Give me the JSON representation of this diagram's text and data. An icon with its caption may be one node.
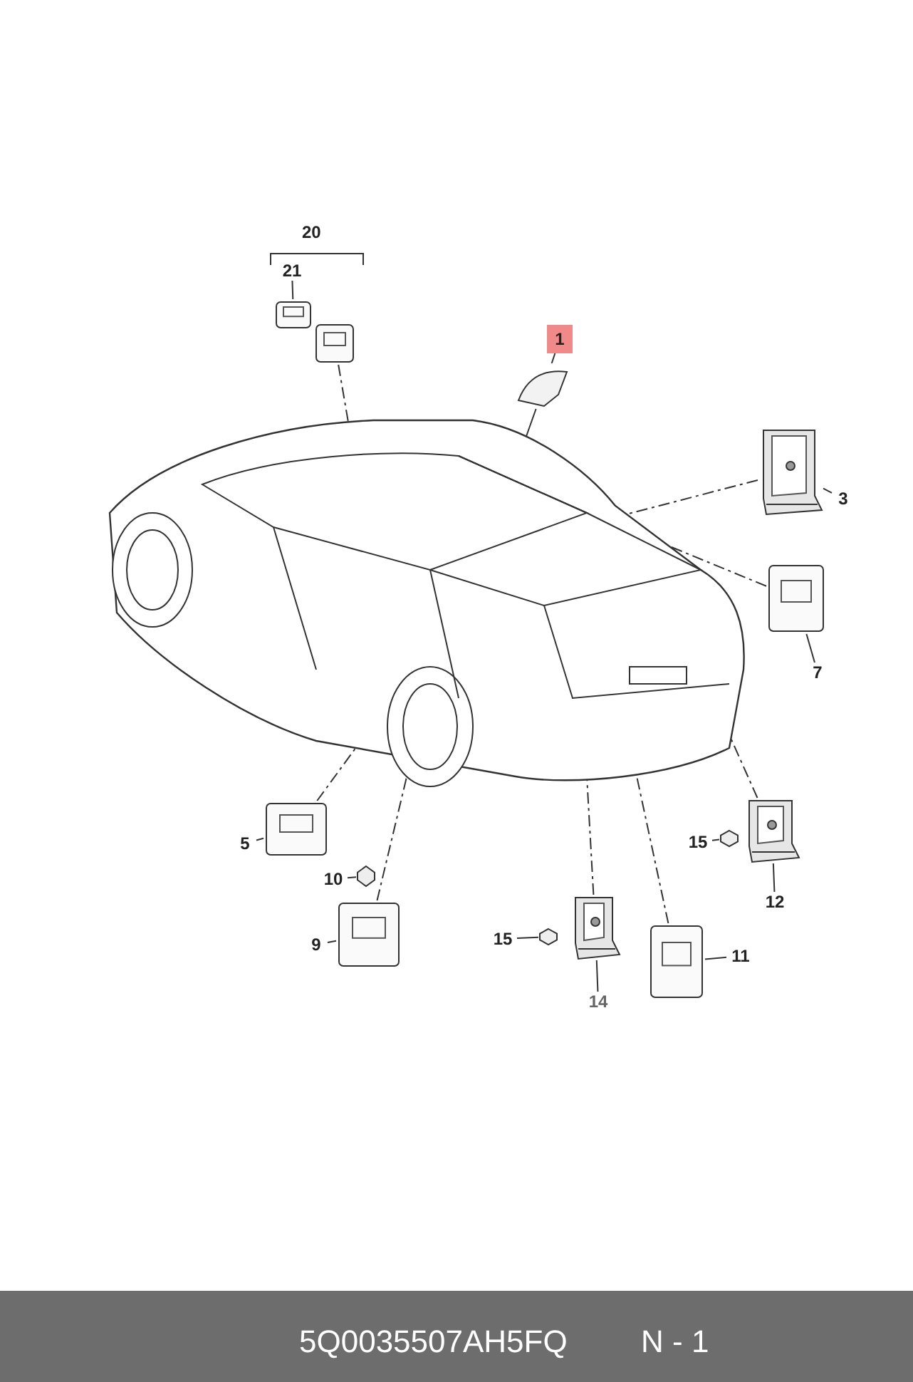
{
  "diagram": {
    "nodes": [
      {
        "text": [
          "1"
        ]
      },
      {
        "text": [],
        "shape": "picture"
      },
      {
        "text": [],
        "shape": "picture"
      },
      {
        "text": [
          "21"
        ]
      },
      {
        "text": [],
        "shape": "picture"
      },
      {
        "text": [],
        "shape": "picture"
      },
      {
        "text": [
          "3"
        ]
      },
      {
        "text": [],
        "shape": "picture"
      },
      {
        "text": [
          "7"
        ]
      },
      {
        "text": [],
        "shape": "picture"
      },
      {
        "text": [
          "5"
        ]
      },
      {
        "text": [],
        "shape": "picture"
      },
      {
        "text": [
          "10"
        ]
      },
      {
        "text": [],
        "shape": "picture"
      },
      {
        "text": [
          "9"
        ]
      },
      {
        "text": [],
        "shape": "picture"
      },
      {
        "text": [
          "15"
        ]
      },
      {
        "text": [],
        "shape": "picture"
      },
      {
        "text": [],
        "shape": "picture"
      },
      {
        "text": [
          "12"
        ]
      },
      {
        "text": [
          "15"
        ]
      },
      {
        "text": [],
        "shape": "picture"
      },
      {
        "text": [],
        "shape": "picture"
      },
      {
        "text": [
          "14"
        ]
      },
      {
        "text": [],
        "shape": "picture"
      },
      {
        "text": [
          "11"
        ]
      }
    ],
    "edges": [
      {
        "from": 0,
        "to": 1,
        "arrow": "none"
      },
      {
        "from": 1,
        "to": 2,
        "arrow": "none"
      },
      {
        "from": 3,
        "to": 4,
        "arrow": "none"
      },
      {
        "from": 5,
        "to": 2,
        "arrow": "none",
        "style": "dashed"
      },
      {
        "from": 6,
        "to": 7,
        "arrow": "none"
      },
      {
        "from": 7,
        "to": 2,
        "arrow": "none",
        "style": "dashed"
      },
      {
        "from": 8,
        "to": 9,
        "arrow": "none"
      },
      {
        "from": 9,
        "to": 2,
        "arrow": "none",
        "style": "dashed"
      },
      {
        "from": 10,
        "to": 11,
        "arrow": "none"
      },
      {
        "from": 11,
        "to": 2,
        "arrow": "none",
        "style": "dashed"
      },
      {
        "from": 12,
        "to": 13,
        "arrow": "none"
      },
      {
        "from": 14,
        "to": 15,
        "arrow": "none"
      },
      {
        "from": 15,
        "to": 2,
        "arrow": "none",
        "style": "dashed"
      },
      {
        "from": 16,
        "to": 17,
        "arrow": "none"
      },
      {
        "from": 18,
        "to": 2,
        "arrow": "none",
        "style": "dashed"
      },
      {
        "from": 19,
        "to": 18,
        "arrow": "none"
      },
      {
        "from": 20,
        "to": 21,
        "arrow": "none"
      },
      {
        "from": 22,
        "to": 2,
        "arrow": "none",
        "style": "dashed"
      },
      {
        "from": 23,
        "to": 22,
        "arrow": "none"
      },
      {
        "from": 24,
        "to": 2,
        "arrow": "none",
        "style": "dashed"
      },
      {
        "from": 25,
        "to": 24,
        "arrow": "none"
      }
    ],
    "labels": [
      "20",
      "5Q0035507AH5FQ",
      "N - 1"
    ]
  }
}
